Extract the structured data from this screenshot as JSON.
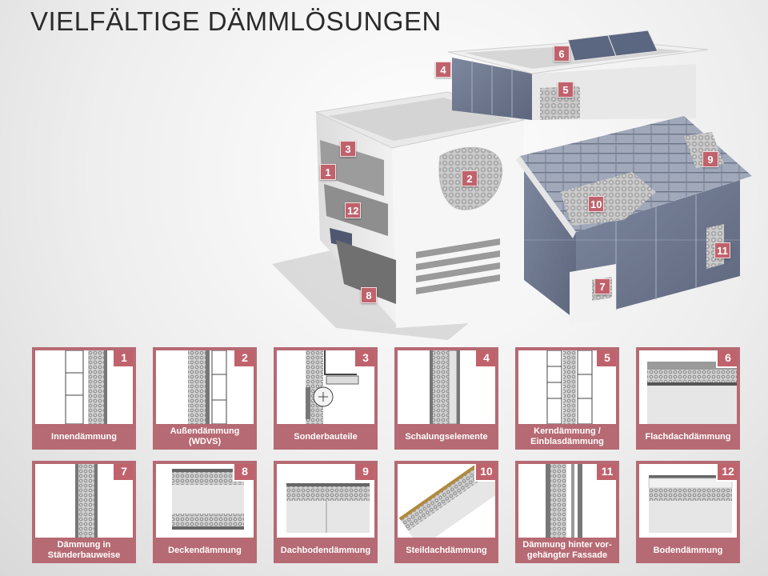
{
  "title": "VIELFÄLTIGE DÄMMLÖSUNGEN",
  "colors": {
    "accent": "#c0626c",
    "panel_frame": "#b66a73",
    "insulation": "#bfbfbf"
  },
  "callouts": [
    "1",
    "2",
    "3",
    "4",
    "5",
    "6",
    "7",
    "8",
    "9",
    "10",
    "11",
    "12"
  ],
  "panels": [
    {
      "number": "1",
      "label": "Innendämmung",
      "icon": "interior-insulation-icon"
    },
    {
      "number": "2",
      "label": "Außendämmung\n(WDVS)",
      "icon": "exterior-insulation-icon"
    },
    {
      "number": "3",
      "label": "Sonderbauteile",
      "icon": "special-components-icon"
    },
    {
      "number": "4",
      "label": "Schalungselemente",
      "icon": "formwork-elements-icon"
    },
    {
      "number": "5",
      "label": "Kerndämmung /\nEinblasdämmung",
      "icon": "core-insulation-icon"
    },
    {
      "number": "6",
      "label": "Flachdachdämmung",
      "icon": "flat-roof-insulation-icon"
    },
    {
      "number": "7",
      "label": "Dämmung in\nStänderbauweise",
      "icon": "stud-frame-insulation-icon"
    },
    {
      "number": "8",
      "label": "Deckendämmung",
      "icon": "ceiling-insulation-icon"
    },
    {
      "number": "9",
      "label": "Dachbodendämmung",
      "icon": "attic-floor-insulation-icon"
    },
    {
      "number": "10",
      "label": "Steildachdämmung",
      "icon": "pitched-roof-insulation-icon"
    },
    {
      "number": "11",
      "label": "Dämmung hinter vor-\ngehängter Fassade",
      "icon": "ventilated-facade-insulation-icon"
    },
    {
      "number": "12",
      "label": "Bodendämmung",
      "icon": "floor-insulation-icon"
    }
  ]
}
